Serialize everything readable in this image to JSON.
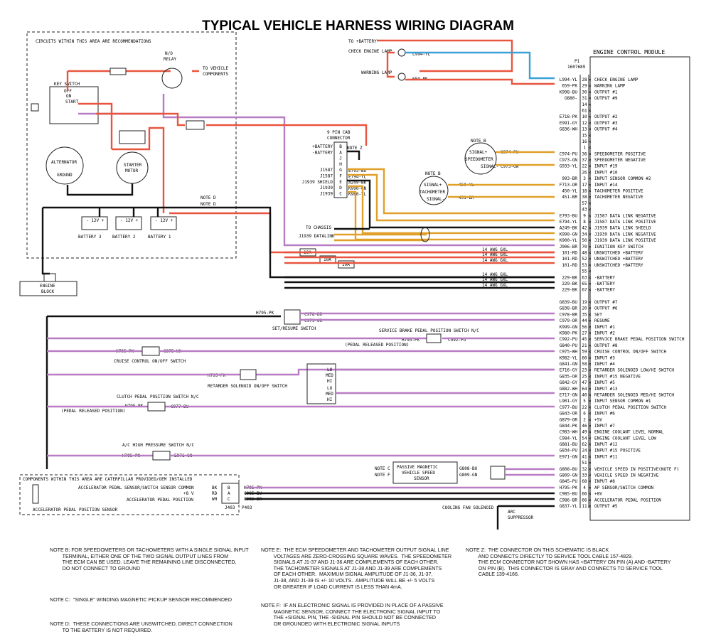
{
  "title": "TYPICAL VEHICLE HARNESS WIRING DIAGRAM",
  "recommend_label": "CIRCUITS WITHIN THIS AREA ARE RECOMMENDATIONS",
  "caterpillar_label": "COMPONENTS WITHIN THIS AREA ARE CATERPILLAR PROVIDED/OEM INSTALLED",
  "ecm": {
    "title": "ENGINE CONTROL MODULE",
    "connector": "P1",
    "part": "1607689",
    "pins": [
      {
        "wire": "L994-YL",
        "pin": "28",
        "label": "CHECK ENGINE LAMP"
      },
      {
        "wire": "659-PK",
        "pin": "29",
        "label": "WARNING LAMP"
      },
      {
        "wire": "K998-BU",
        "pin": "30",
        "label": "OUTPUT #1"
      },
      {
        "wire": "G880-",
        "pin": "31",
        "label": "OUTPUT #9"
      },
      {
        "wire": "",
        "pin": "14",
        "label": ""
      },
      {
        "wire": "",
        "pin": "61",
        "label": ""
      },
      {
        "wire": "E718-PK",
        "pin": "10",
        "label": "OUTPUT #2"
      },
      {
        "wire": "E991-GY",
        "pin": "12",
        "label": "OUTPUT #3"
      },
      {
        "wire": "G836-WH",
        "pin": "13",
        "label": "OUTPUT #4"
      },
      {
        "wire": "",
        "pin": "15",
        "label": ""
      },
      {
        "wire": "",
        "pin": "16",
        "label": ""
      },
      {
        "wire": "",
        "pin": "1",
        "label": ""
      },
      {
        "wire": "C974-PU",
        "pin": "36",
        "label": "SPEEDOMETER POSITIVE"
      },
      {
        "wire": "C973-GN",
        "pin": "37",
        "label": "SPEEDOMETER NEGATIVE"
      },
      {
        "wire": "G933-YL",
        "pin": "22",
        "label": "INPUT #19"
      },
      {
        "wire": "",
        "pin": "26",
        "label": "INPUT #10"
      },
      {
        "wire": "993-BR",
        "pin": "3",
        "label": "INPUT SENSOR COMMON #2"
      },
      {
        "wire": "F713-OR",
        "pin": "17",
        "label": "INPUT #14"
      },
      {
        "wire": "450-YL",
        "pin": "18",
        "label": "TACHOMETER POSITIVE"
      },
      {
        "wire": "451-BR",
        "pin": "38",
        "label": "TACHOMETER NEGATIVE"
      },
      {
        "wire": "",
        "pin": "57",
        "label": ""
      },
      {
        "wire": "",
        "pin": "43",
        "label": ""
      },
      {
        "wire": "E793-BU",
        "pin": "9",
        "label": "J1587 DATA LINK NEGATIVE"
      },
      {
        "wire": "E794-YL",
        "pin": "8",
        "label": "J1587 DATA LINK POSITIVE"
      },
      {
        "wire": "A249-BK",
        "pin": "42",
        "label": "J1939 DATA LINK SHIELD"
      },
      {
        "wire": "K990-GN",
        "pin": "34",
        "label": "J1939 DATA LINK NEGATIVE"
      },
      {
        "wire": "K900-YL",
        "pin": "50",
        "label": "J1939 DATA LINK POSITIVE"
      },
      {
        "wire": "J906-BR",
        "pin": "70",
        "label": "IGNITION KEY SWITCH"
      },
      {
        "wire": "101-RD",
        "pin": "48",
        "label": "UNSWITCHED +BATTERY"
      },
      {
        "wire": "101-RD",
        "pin": "52",
        "label": "UNSWITCHED +BATTERY"
      },
      {
        "wire": "101-RD",
        "pin": "53",
        "label": "UNSWITCHED +BATTERY"
      },
      {
        "wire": "",
        "pin": "55",
        "label": ""
      },
      {
        "wire": "229-BK",
        "pin": "63",
        "label": "-BATTERY"
      },
      {
        "wire": "229-BK",
        "pin": "65",
        "label": "-BATTERY"
      },
      {
        "wire": "229-BK",
        "pin": "67",
        "label": "-BATTERY"
      },
      {
        "wire": "",
        "pin": "",
        "label": ""
      },
      {
        "wire": "G839-BU",
        "pin": "19",
        "label": "OUTPUT #7"
      },
      {
        "wire": "G838-BR",
        "pin": "20",
        "label": "OUTPUT #6"
      },
      {
        "wire": "C978-BR",
        "pin": "35",
        "label": "SET"
      },
      {
        "wire": "C979-OR",
        "pin": "44",
        "label": "RESUME"
      },
      {
        "wire": "K999-GN",
        "pin": "56",
        "label": "INPUT #1"
      },
      {
        "wire": "K980-PK",
        "pin": "27",
        "label": "INPUT #2"
      },
      {
        "wire": "C992-PU",
        "pin": "45",
        "label": "SERVICE BRAKE PEDAL POSITION SWITCH"
      },
      {
        "wire": "G840-PU",
        "pin": "21",
        "label": "OUTPUT #8"
      },
      {
        "wire": "C975-WH",
        "pin": "59",
        "label": "CRUISE CONTROL ON/OFF SWITCH"
      },
      {
        "wire": "K982-YL",
        "pin": "60",
        "label": "INPUT #3"
      },
      {
        "wire": "G841-GN",
        "pin": "58",
        "label": "INPUT #4"
      },
      {
        "wire": "E716-GY",
        "pin": "23",
        "label": "RETARDER SOLENOID LOW/HI SWITCH"
      },
      {
        "wire": "G835-OR",
        "pin": "25",
        "label": "INPUT #15 NEGATIVE"
      },
      {
        "wire": "G842-GY",
        "pin": "47",
        "label": "INPUT #5"
      },
      {
        "wire": "G882-WH",
        "pin": "64",
        "label": "INPUT #13"
      },
      {
        "wire": "E717-GN",
        "pin": "40",
        "label": "RETARDER SOLENOID MED/HI SWITCH"
      },
      {
        "wire": "L901-GY",
        "pin": "5",
        "label": "INPUT SENSOR COMMON #1"
      },
      {
        "wire": "C977-BU",
        "pin": "22",
        "label": "CLUTCH PEDAL POSITION SWITCH"
      },
      {
        "wire": "G843-OR",
        "pin": "6",
        "label": "INPUT #6"
      },
      {
        "wire": "G879-OR",
        "pin": "2",
        "label": "+5V"
      },
      {
        "wire": "G844-PK",
        "pin": "46",
        "label": "INPUT #7"
      },
      {
        "wire": "C983-WH",
        "pin": "49",
        "label": "ENGINE COOLANT LEVEL NORMAL"
      },
      {
        "wire": "C984-YL",
        "pin": "54",
        "label": "ENGINE COOLANT LEVEL LOW"
      },
      {
        "wire": "G881-BU",
        "pin": "62",
        "label": "INPUT #12"
      },
      {
        "wire": "G834-PU",
        "pin": "24",
        "label": "INPUT #15 POSITIVE"
      },
      {
        "wire": "E971-GN",
        "pin": "41",
        "label": "INPUT #11"
      },
      {
        "wire": "",
        "pin": "51",
        "label": ""
      },
      {
        "wire": "G808-BU",
        "pin": "32",
        "label": "VEHICLE SPEED IN POSITIVE(NOTE F)"
      },
      {
        "wire": "G809-GN",
        "pin": "33",
        "label": "VEHICLE SPEED IN NEGATIVE"
      },
      {
        "wire": "G845-PU",
        "pin": "68",
        "label": "INPUT #8"
      },
      {
        "wire": "H795-PK",
        "pin": "4",
        "label": "AP SENSOR/SWITCH COMMON"
      },
      {
        "wire": "C985-BU",
        "pin": "66",
        "label": "+8V"
      },
      {
        "wire": "C986-BR",
        "pin": "66",
        "label": "ACCELERATOR PEDAL POSITION"
      },
      {
        "wire": "G837-YL",
        "pin": "11",
        "label": "OUTPUT #5"
      }
    ]
  },
  "labels": {
    "to_battery": "TO +BATTERY",
    "check_engine_lamp": "CHECK ENGINE LAMP",
    "warning_lamp": "WARNING LAMP",
    "wire_l994": "L994-YL",
    "wire_659": "659-PK",
    "relay": "N/O\nRELAY",
    "to_vehicle": "TO VEHICLE\nCOMPONENTS",
    "key_switch": "KEY SWITCH",
    "ks_off": "OFF",
    "ks_on": "ON",
    "ks_start": "START",
    "alternator": "ALTERNATOR",
    "ground": "GROUND",
    "starter": "STARTER\nMOTOR",
    "battery1": "BATTERY 1",
    "battery2": "BATTERY 2",
    "battery3": "BATTERY 3",
    "batt_volt": "- 12V +",
    "engine_block": "ENGINE\nBLOCK",
    "note_d": "NOTE D",
    "note_d2": "NOTE D",
    "cab_conn": "9 PIN CAB\nCONNECTOR",
    "cab_pins": [
      {
        "name": "+BATTERY",
        "pin": "B"
      },
      {
        "name": "-BATTERY",
        "pin": "A"
      },
      {
        "name": "",
        "pin": "J"
      },
      {
        "name": "",
        "pin": "H"
      },
      {
        "name": "J1587",
        "pin": "G"
      },
      {
        "name": "J1587",
        "pin": "F"
      },
      {
        "name": "J1939 SHIELD",
        "pin": "E"
      },
      {
        "name": "J1939",
        "pin": "D"
      },
      {
        "name": "J1939",
        "pin": "C"
      }
    ],
    "cab_wires": [
      "E793-BU",
      "E794-YL",
      "A249-BK",
      "K990-GN",
      "K900-YL"
    ],
    "note_z": "NOTE Z",
    "to_chassis": "TO CHASSIS",
    "j1939_datalink": "J1939 DATALINK",
    "note_b1": "NOTE B",
    "note_b2": "NOTE B",
    "speedometer": "SPEEDOMETER",
    "signal_plus": "SIGNAL+",
    "signal_minus": "SIGNAL-",
    "tachometer": "TACHOMETER",
    "c974": "C974-PU",
    "c973": "C973-GN",
    "w450": "450-YL",
    "w451": "451-BR",
    "fuse": "10A",
    "awg_gxl": "14 AWG GXL",
    "set_resume": "SET/RESUME SWITCH",
    "h795": "H795-PK",
    "c978": "C978-BR",
    "c979": "C979-OR",
    "service_brake": "SERVICE BRAKE PEDAL POSITION SWITCH N/C",
    "pedal_released": "(PEDAL RELEASED POSITION)",
    "c992": "C992-PU",
    "cruise": "CRUISE CONTROL ON/OFF SWITCH",
    "c975": "C975-WH",
    "retarder": "RETARDER SOLENOID ON/OFF SWITCH",
    "clutch": "CLUTCH PEDAL POSITION SWITCH N/C",
    "pedal_released2": "(PEDAL RELEASED POSITION)",
    "c977": "C977-BU",
    "ac_switch": "A/C HIGH PRESSURE SWITCH N/C",
    "e971": "E971-GN",
    "passive_sensor": "PASSIVE MAGNETIC\nVEHICLE SPEED\nSENSOR",
    "note_c": "NOTE C",
    "note_f": "NOTE F",
    "g808": "G808-BU",
    "g809": "G809-GN",
    "ap_common": "ACCELERATOR PEDAL SENSOR/SWITCH SENSOR COMMON",
    "ap_8v": "+8 V",
    "ap_pos": "ACCELERATOR PEDAL POSITION",
    "ap_sensor": "ACCELERATOR PEDAL POSITION SENSOR",
    "ap_colors": [
      "BK",
      "RD",
      "WH"
    ],
    "ap_pins": [
      "B",
      "A",
      "C"
    ],
    "ap_wires": [
      "H795-PK",
      "C985-BU",
      "C986-BR"
    ],
    "j403": "J403",
    "p403": "P403",
    "fan": "COOLING FAN SOLENOID",
    "arc": "ARC\nSUPPRESSOR",
    "lo": "LO",
    "med": "MED",
    "hi": "HI"
  },
  "notes": {
    "b": "NOTE B: FOR SPEEDOMETERS OR TACHOMETERS WITH A SINGLE SIGNAL INPUT\n         TERMINAL, EITHER ONE OF THE TWO SIGNAL OUTPUT LINES FROM\n         THE ECM CAN BE USED. LEAVE THE REMAINING LINE DISCONNECTED,\n         DO NOT CONNECT TO GROUND",
    "c": "NOTE C:  \"SINGLE\" WINDING MAGNETIC PICKUP SENSOR RECOMMENDED",
    "d": "NOTE D:  THESE CONNECTIONS ARE UNSWITCHED, DIRECT CONNECTION\n         TO THE BATTERY IS NOT REQUIRED.",
    "e": "NOTE E:  THE ECM SPEEDOMETER AND TACHOMETER OUTPUT SIGNAL LINE\n         VOLTAGES ARE ZERO-CROSSING SQUARE WAVES.  THE SPEEDOMETER\n         SIGNALS AT J1-37 AND J1-36 ARE COMPLEMENTS OF EACH OTHER.\n         THE TACHOMETER SIGNALS AT J1-38 AND J1-39 ARE COMPLEMENTS\n         OF EACH OTHER.  MAXIMUM SIGNAL AMPLITUDE OF J1-36, J1-37,\n         J1-38, AND J1-39 IS +/- 10 VOLTS.  AMPLITUDE WILL BE +/- 5 VOLTS\n         OR GREATER IF LOAD CURRENT IS LESS THAN 4mA.",
    "f": "NOTE F:  IF AN ELECTRONIC SIGNAL IS PROVIDED IN PLACE OF A PASSIVE\n         MAGNETIC SENSOR, CONNECT THE ELECTRONIC SIGNAL INPUT TO\n         THE +SIGNAL PIN, THE -SIGNAL PIN SHOULD NOT BE CONNECTED\n         OR GROUNDED WITH ELECTRONIC SIGNAL INPUTS",
    "z": "NOTE Z:  THE CONNECTOR ON THIS SCHEMATIC IS BLACK\n         AND CONNECTS DIRECTLY TO SERVICE TOOL CABLE 157-4829.\n         THE ECM CONNECTOR NOT SHOWN HAS +BATTERY ON PIN (A) AND -BATTERY\n         ON PIN (B).  THIS CONNECTOR IS GRAY AND CONNECTS TO SERVICE TOOL\n         CABLE 139-4166."
  }
}
